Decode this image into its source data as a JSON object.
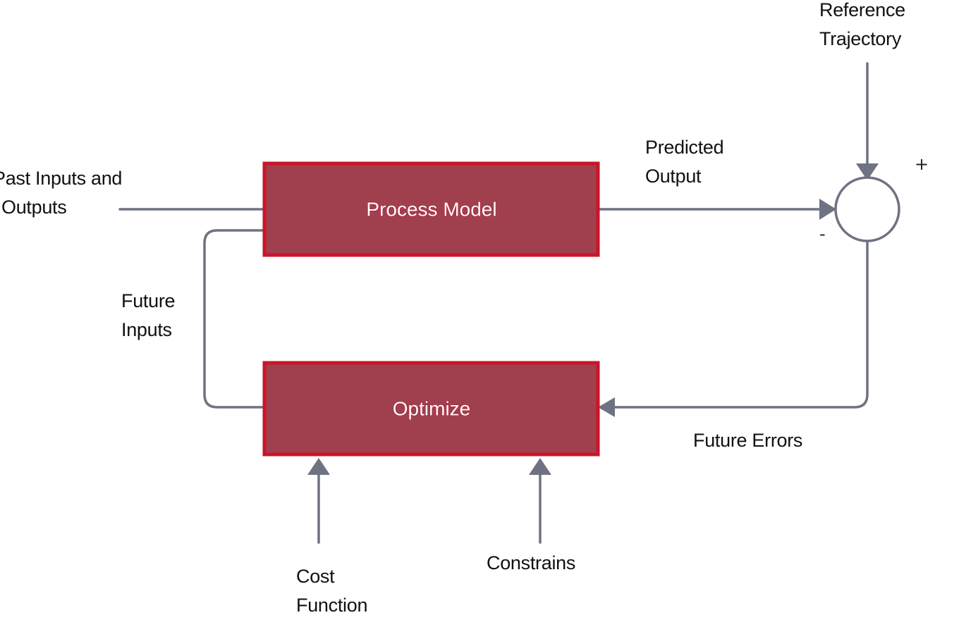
{
  "blocks": {
    "process_model": "Process Model",
    "optimize": "Optimize"
  },
  "labels": {
    "past_inputs_line1": "Past Inputs and",
    "past_inputs_line2": "Outputs",
    "future_inputs_line1": "Future",
    "future_inputs_line2": "Inputs",
    "predicted_output_line1": "Predicted",
    "predicted_output_line2": "Output",
    "reference_line1": "Reference",
    "reference_line2": "Trajectory",
    "future_errors": "Future Errors",
    "cost_function_line1": "Cost",
    "cost_function_line2": "Function",
    "constrains": "Constrains"
  },
  "junction_signs": {
    "plus": "+",
    "minus": "-"
  },
  "colors": {
    "block_fill": "#a0404f",
    "block_border": "#cc1428",
    "connector": "#6e7282",
    "text": "#111111"
  }
}
